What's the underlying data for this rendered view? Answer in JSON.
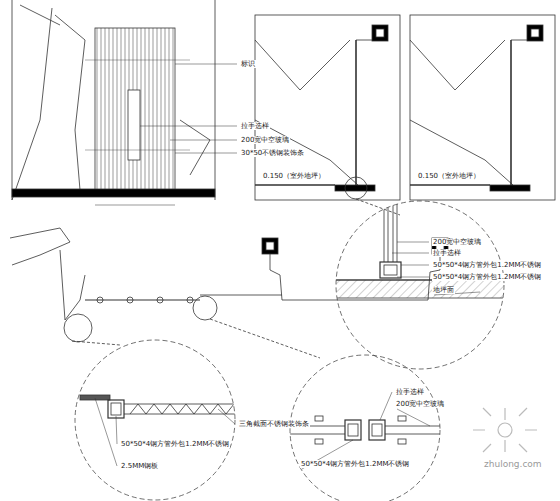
{
  "diagram": {
    "labels": [
      "标识",
      "拉手选样",
      "200宽中空玻璃",
      "30*50不锈钢装饰条",
      "0.150（室外地坪）",
      "0.150（室外地坪）",
      "200宽中空玻璃",
      "拉手选样",
      "50*50*4钢方管外包1.2MM不锈钢",
      "50*50*4钢方管外包1.2MM不锈钢",
      "地坪面",
      "三角截面不锈钢装饰条",
      "50*50*4钢方管外包1.2MM不锈钢",
      "2.5MM钢板",
      "拉手选样",
      "200宽中空玻璃",
      "50*50*4钢方管外包1.2MM不锈钢",
      "zhulong.com"
    ]
  }
}
